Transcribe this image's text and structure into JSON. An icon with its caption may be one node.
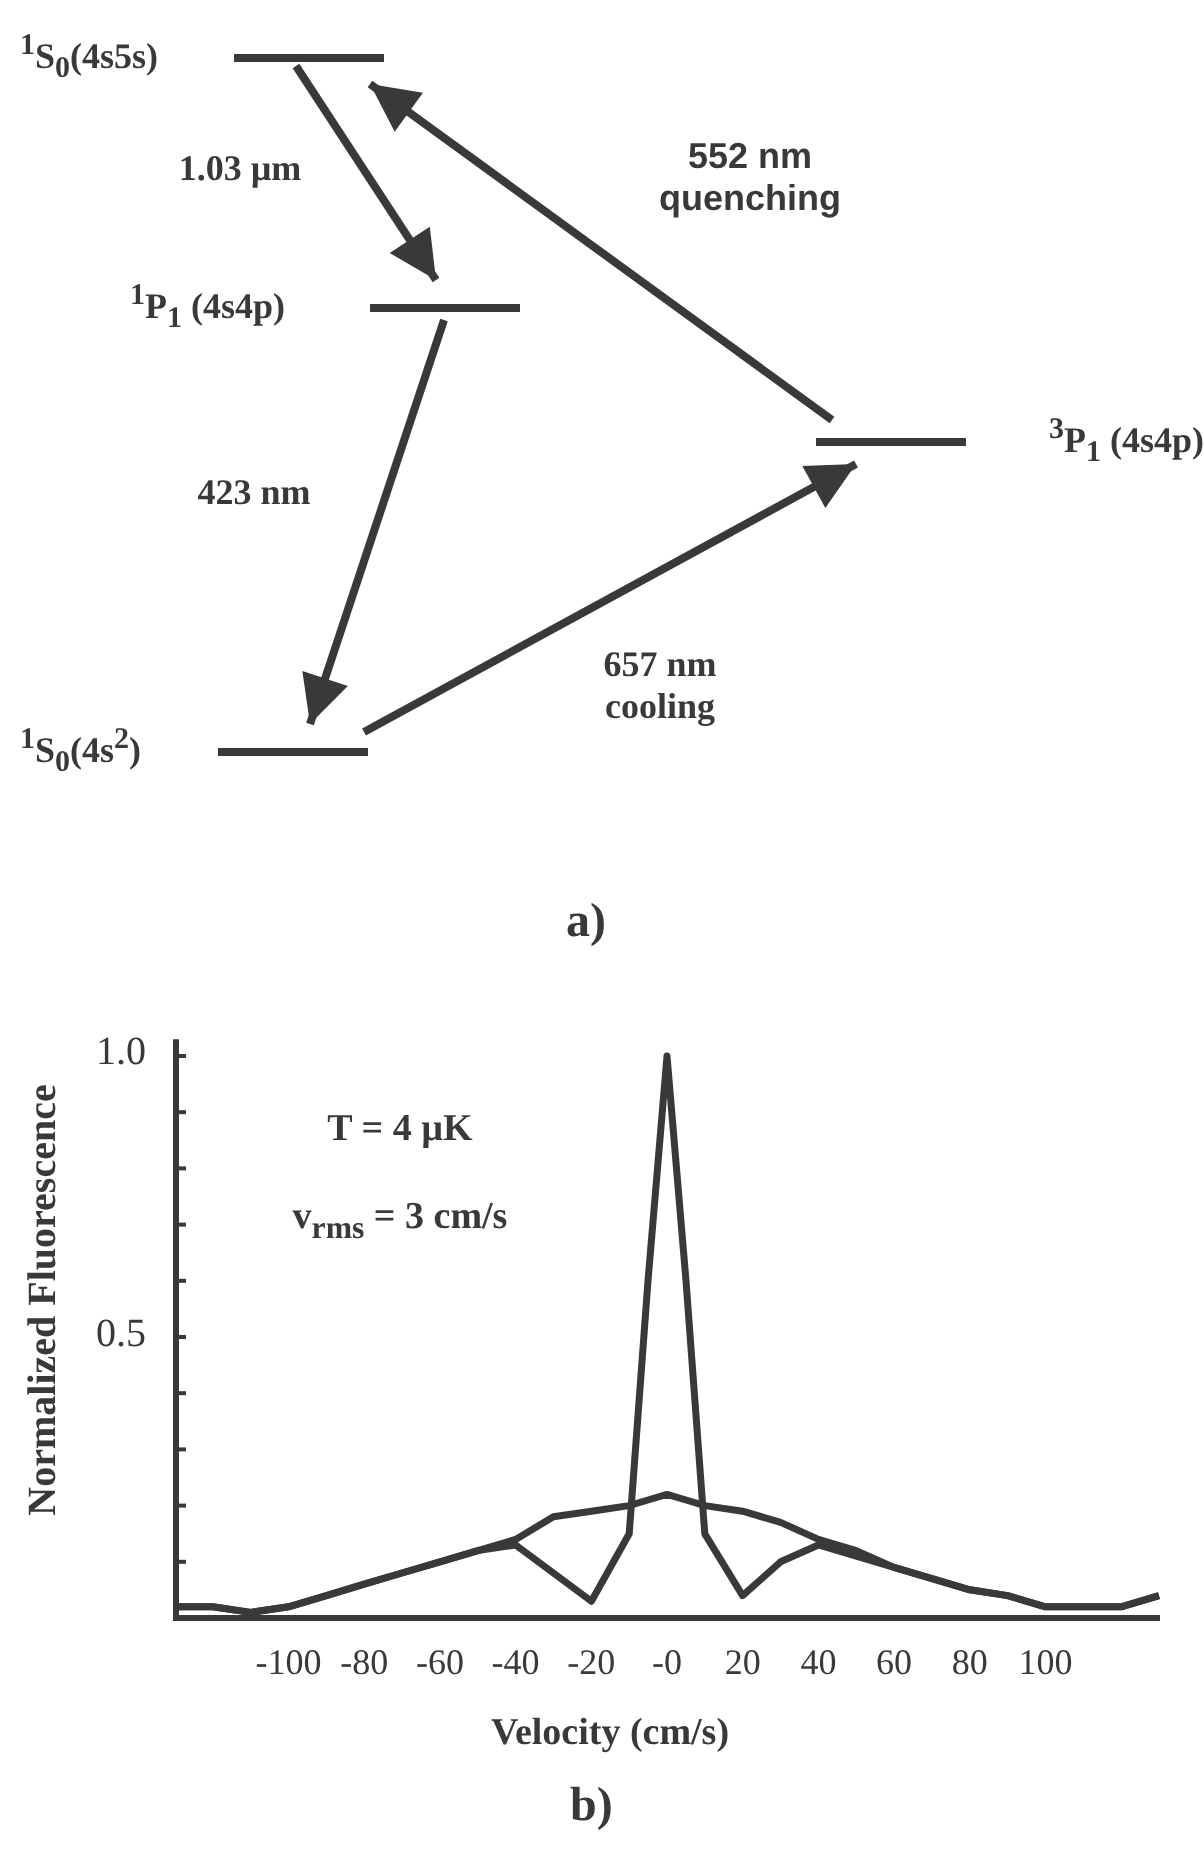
{
  "diagram": {
    "nodes": [
      {
        "text": [
          "$^{1}$S$_{0}$(4s5s)"
        ]
      },
      {
        "text": [
          "$^{1}$P$_{1}$ (4s4p)"
        ]
      },
      {
        "text": [
          "$^{3}$P$_{1}$ (4s4p)"
        ]
      },
      {
        "text": [
          "$^{1}$S$_{0}$(4s$^{2}$)"
        ]
      }
    ],
    "edges": [
      {
        "from": 0,
        "to": 1,
        "arrow": "to",
        "label": "1.03 µm"
      },
      {
        "from": 1,
        "to": 3,
        "arrow": "to",
        "label": "423 nm"
      },
      {
        "from": 3,
        "to": 2,
        "arrow": "to",
        "label": "657 nm cooling"
      },
      {
        "from": 2,
        "to": 0,
        "arrow": "to",
        "label": "552 nm quenching"
      }
    ],
    "labels": [
      "a)",
      "b)"
    ],
    "chart_data": {
      "type": "line",
      "xlabel": "Velocity (cm/s)",
      "ylabel": "Normalized Fluorescence",
      "x": [
        -130,
        -120,
        -110,
        -100,
        -90,
        -80,
        -70,
        -60,
        -50,
        -40,
        -30,
        -20,
        -10,
        -5,
        0,
        5,
        10,
        20,
        30,
        40,
        50,
        60,
        70,
        80,
        90,
        100,
        110,
        120,
        130
      ],
      "series": [
        {
          "color": "#3a383a",
          "values": [
            0.02,
            0.02,
            0.01,
            0.02,
            0.04,
            0.06,
            0.08,
            0.1,
            0.12,
            0.14,
            0.18,
            0.19,
            0.2,
            0.21,
            0.22,
            0.21,
            0.2,
            0.19,
            0.17,
            0.14,
            0.12,
            0.09,
            0.07,
            0.05,
            0.04,
            0.02,
            0.02,
            0.02,
            0.04
          ]
        },
        {
          "color": "#3a383a",
          "values": [
            0.02,
            0.02,
            0.01,
            0.02,
            0.04,
            0.06,
            0.08,
            0.1,
            0.12,
            0.13,
            0.08,
            0.03,
            0.15,
            0.6,
            1.0,
            0.6,
            0.15,
            0.04,
            0.1,
            0.13,
            0.11,
            0.09,
            0.07,
            0.05,
            0.04,
            0.02,
            0.02,
            0.02,
            0.04
          ]
        }
      ],
      "xlim": [
        -130,
        130
      ],
      "ylim": [
        0,
        1.03
      ],
      "xticks": [
        -100,
        -80,
        -60,
        -40,
        -20,
        {
          "value": 0,
          "label": "-0"
        },
        20,
        40,
        60,
        80,
        100
      ],
      "yticks": [
        {
          "value": 0.5,
          "label": "0.5"
        },
        {
          "value": 1,
          "label": "1.0"
        }
      ],
      "annotations": [
        "T = 4 µK",
        "v$_{rms}$ = 3 cm/s"
      ]
    }
  }
}
